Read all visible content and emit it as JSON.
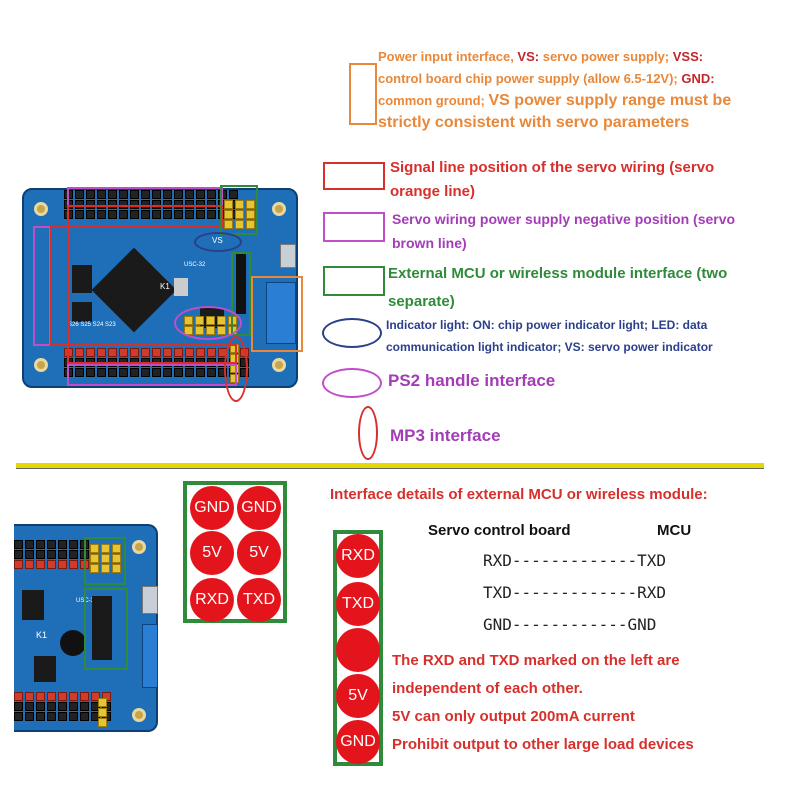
{
  "colors": {
    "orange": "#e8883a",
    "red": "#d7302c",
    "purple": "#c04ec8",
    "green": "#2f8b3a",
    "blue": "#2b3f8a",
    "yellow": "#e8e000",
    "circle_red": "#e3141b",
    "divider_yellow": "#e4d800"
  },
  "legend": {
    "power": {
      "t1": "Power input interface, ",
      "t2": "VS: ",
      "t3": "servo power supply; ",
      "t4": "VSS:",
      "t5": "control board chip power supply (allow 6.5-12V); ",
      "t6": "GND:",
      "t7": "common ground; ",
      "t8": "VS power supply range must be",
      "t9": "strictly consistent with servo parameters"
    },
    "signal": "Signal line position of the servo wiring (servo orange line)",
    "negative": "Servo wiring power supply negative position (servo brown line)",
    "mcu": "External MCU or wireless module interface (two separate)",
    "indicator": "Indicator light: ON: chip power indicator light; LED: data communication light indicator; VS: servo power indicator",
    "ps2": "PS2 handle interface",
    "mp3": "MP3 interface"
  },
  "board_labels": {
    "k1": "K1",
    "usc": "USC-32",
    "vs": "VS",
    "s_row": "S26 S25 S24 S23"
  },
  "pin_grid": [
    "GND",
    "GND",
    "5V",
    "5V",
    "RXD",
    "TXD"
  ],
  "pin_column": [
    "RXD",
    "TXD",
    "",
    "5V",
    "GND"
  ],
  "details": {
    "title": "Interface details of external MCU or wireless module:",
    "col1": "Servo control board",
    "col2": "MCU",
    "rows": [
      {
        "left": "RXD",
        "dashes": "-------------",
        "right": "TXD"
      },
      {
        "left": "TXD",
        "dashes": "-------------",
        "right": "RXD"
      },
      {
        "left": "GND",
        "dashes": "------------",
        "right": "GND"
      }
    ],
    "note1": "The RXD and TXD marked on the left are",
    "note2": "independent of each other.",
    "note3": "5V can only output 200mA current",
    "note4": "Prohibit output to other large load devices"
  }
}
